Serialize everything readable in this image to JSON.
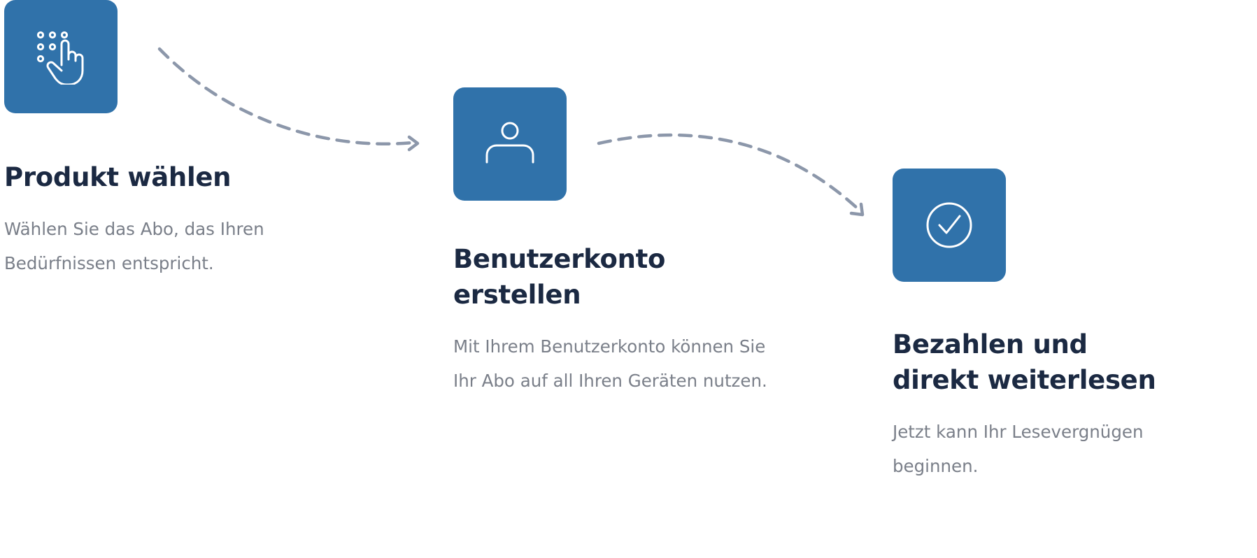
{
  "steps": [
    {
      "icon": "hand-pointer-keypad-icon",
      "title": "Produkt wählen",
      "description": "Wählen Sie das Abo, das Ihren Bedürfnissen entspricht."
    },
    {
      "icon": "user-icon",
      "title": "Benutzerkonto erstellen",
      "description": "Mit Ihrem Benutzerkonto können Sie Ihr Abo auf all Ihren Geräten nutzen."
    },
    {
      "icon": "checkmark-circle-icon",
      "title": "Bezahlen und direkt weiterlesen",
      "description": "Jetzt kann Ihr Lesevergnügen beginnen."
    }
  ],
  "colors": {
    "icon_box": "#3072aa",
    "title": "#1b2942",
    "description": "#7a7f89",
    "connector": "#8c97aa"
  }
}
